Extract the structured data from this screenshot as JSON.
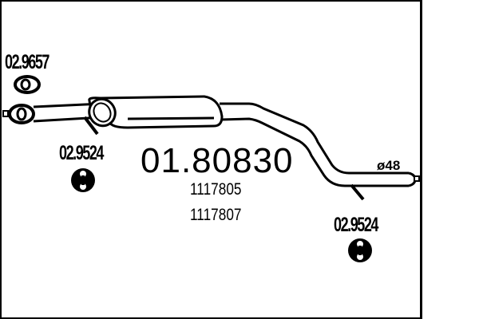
{
  "diagram": {
    "part_number": "01.80830",
    "oe_numbers": [
      "1117805",
      "1117807"
    ],
    "pipe_diameter": "48",
    "diameter_symbol": "ø",
    "accessories": [
      {
        "ref": "02.9657",
        "type": "gasket",
        "icon": "gasket-ring-icon"
      },
      {
        "ref": "02.9524",
        "type": "rubber-mount",
        "icon": "rubber-mount-icon"
      },
      {
        "ref": "02.9524",
        "type": "rubber-mount",
        "icon": "rubber-mount-icon"
      }
    ],
    "colors": {
      "line": "#000000",
      "background": "#ffffff"
    }
  }
}
